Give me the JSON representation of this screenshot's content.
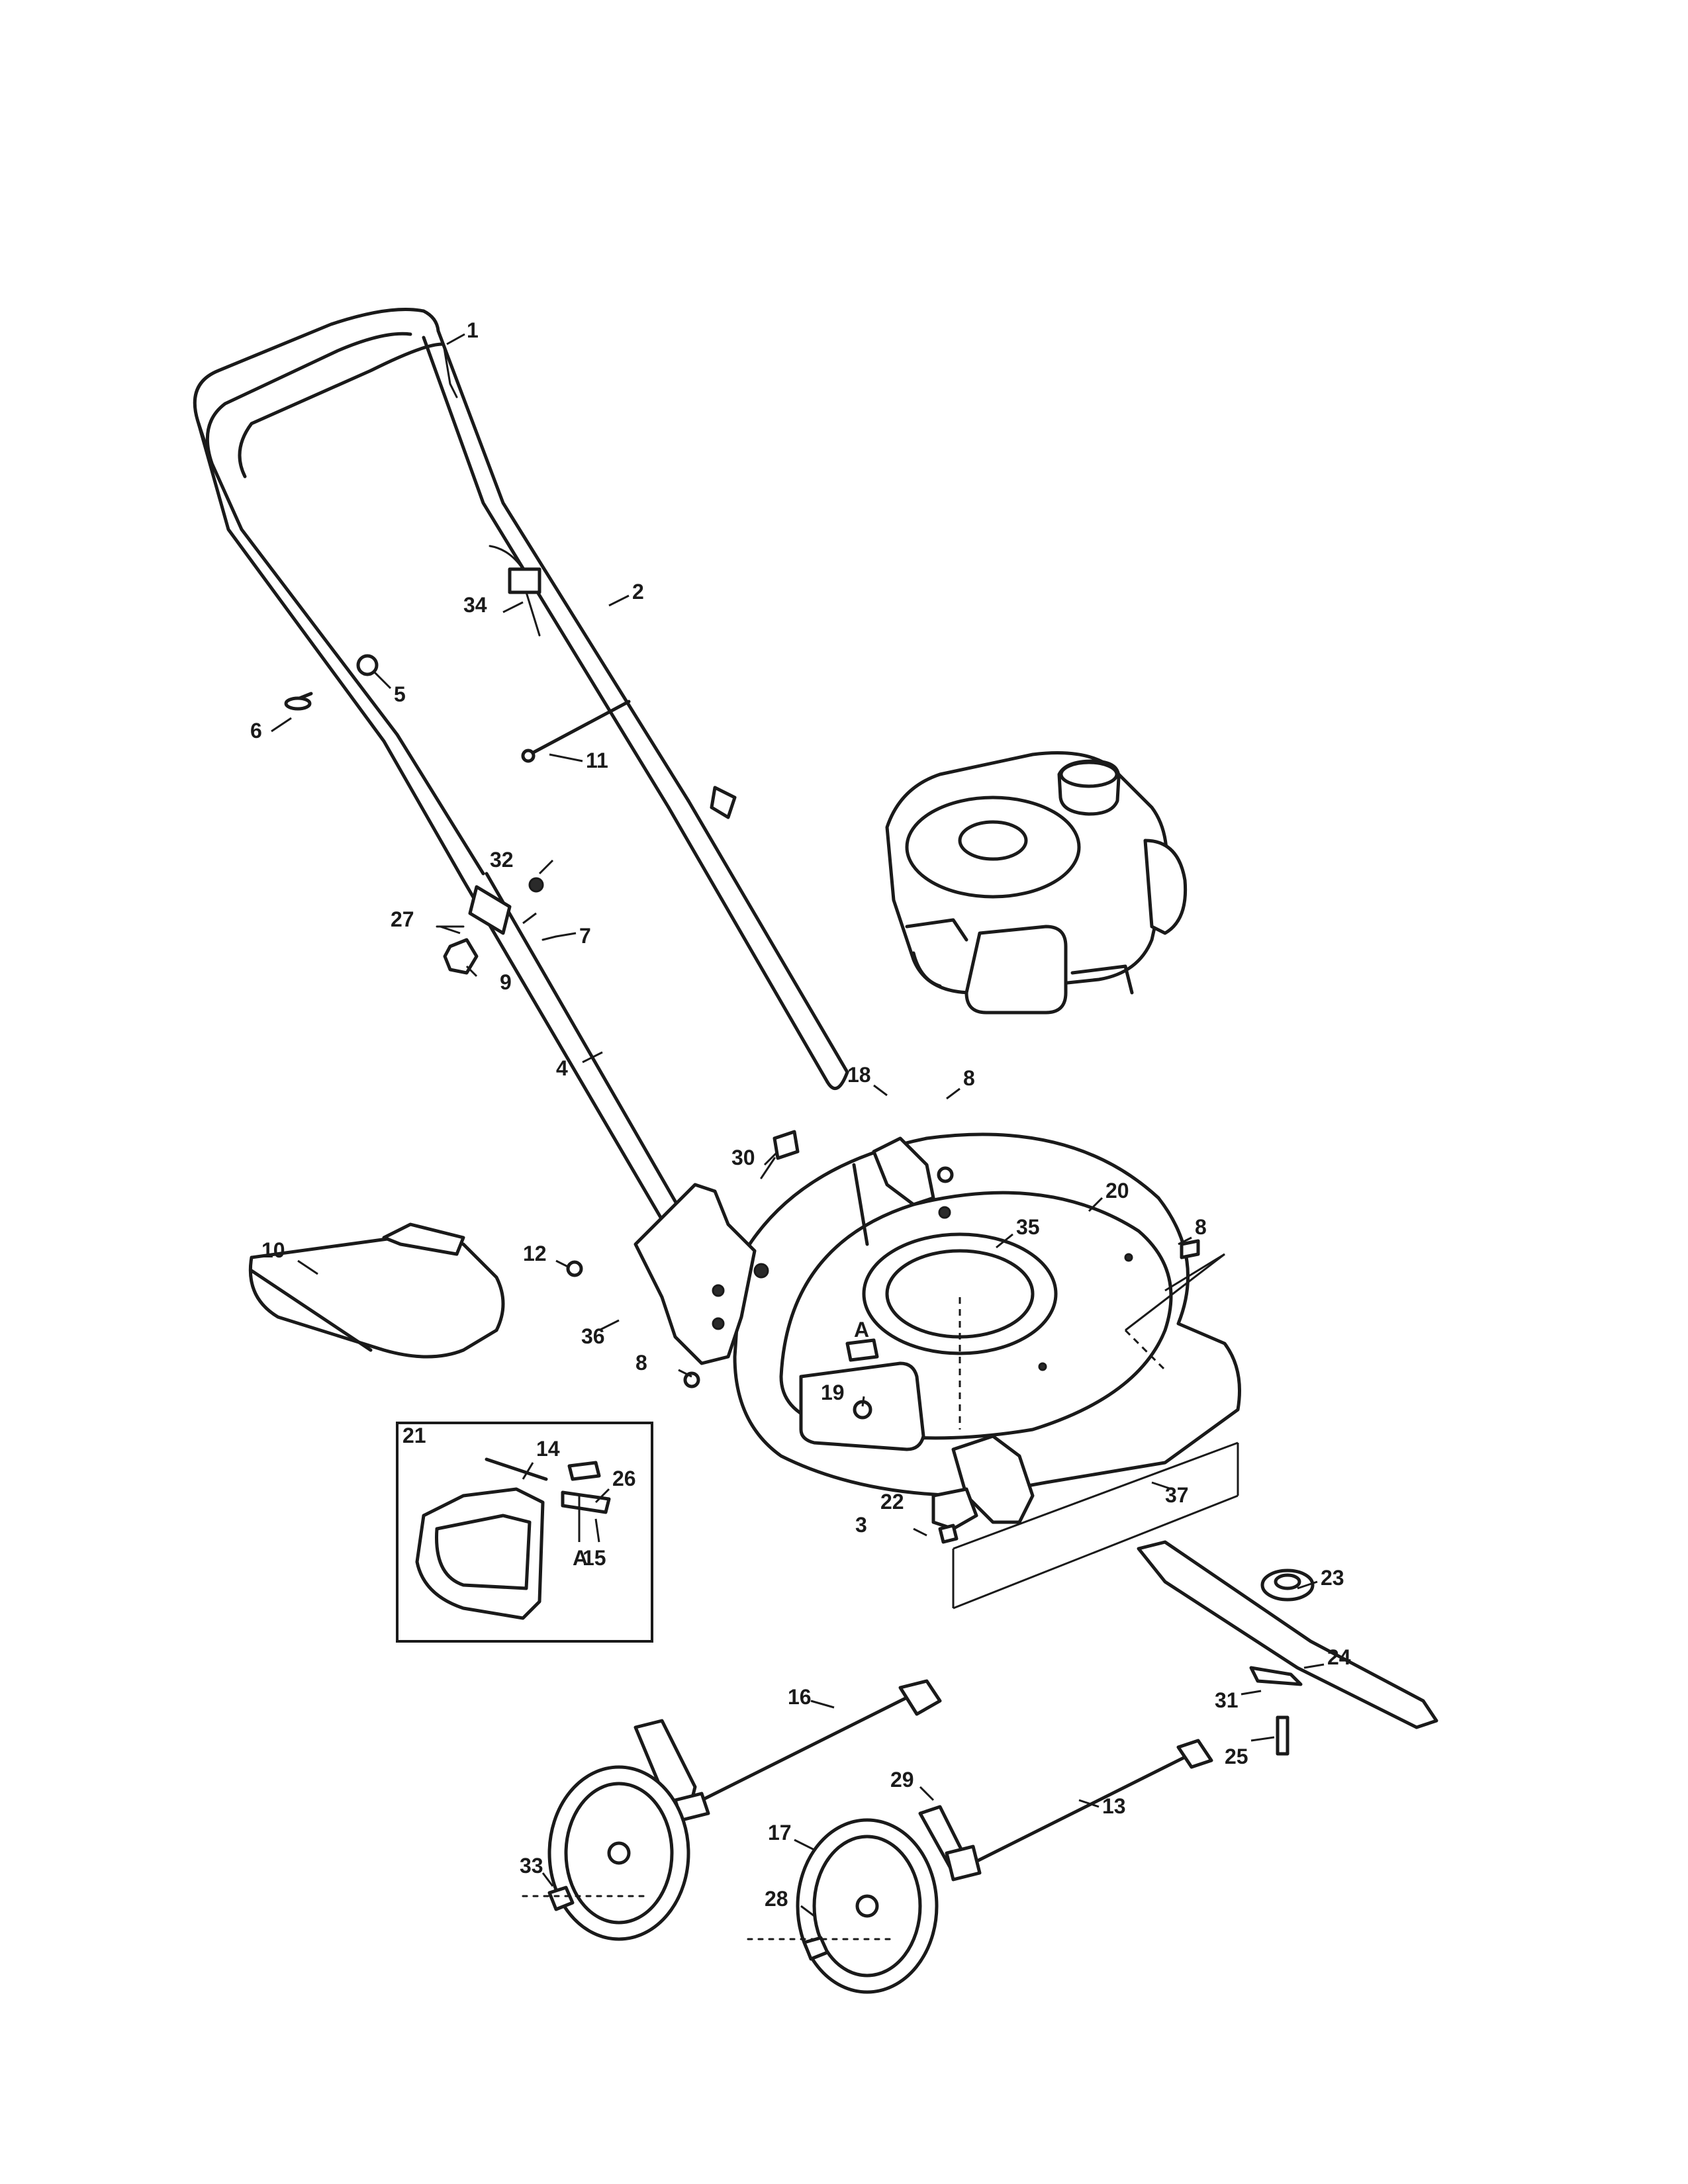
{
  "diagram": {
    "callouts": [
      {
        "id": "c1",
        "text": "1"
      },
      {
        "id": "c2",
        "text": "2"
      },
      {
        "id": "c3",
        "text": "3"
      },
      {
        "id": "c4",
        "text": "4"
      },
      {
        "id": "c5",
        "text": "5"
      },
      {
        "id": "c6",
        "text": "6"
      },
      {
        "id": "c7",
        "text": "7"
      },
      {
        "id": "c8a",
        "text": "8"
      },
      {
        "id": "c8b",
        "text": "8"
      },
      {
        "id": "c8c",
        "text": "8"
      },
      {
        "id": "c9",
        "text": "9"
      },
      {
        "id": "c10",
        "text": "10"
      },
      {
        "id": "c11",
        "text": "11"
      },
      {
        "id": "c12",
        "text": "12"
      },
      {
        "id": "c13",
        "text": "13"
      },
      {
        "id": "c14",
        "text": "14"
      },
      {
        "id": "c15",
        "text": "15"
      },
      {
        "id": "c16",
        "text": "16"
      },
      {
        "id": "c17",
        "text": "17"
      },
      {
        "id": "c18",
        "text": "18"
      },
      {
        "id": "c19",
        "text": "19"
      },
      {
        "id": "c20",
        "text": "20"
      },
      {
        "id": "c21",
        "text": "21"
      },
      {
        "id": "c22",
        "text": "22"
      },
      {
        "id": "c23",
        "text": "23"
      },
      {
        "id": "c24",
        "text": "24"
      },
      {
        "id": "c25",
        "text": "25"
      },
      {
        "id": "c26",
        "text": "26"
      },
      {
        "id": "c27",
        "text": "27"
      },
      {
        "id": "c28",
        "text": "28"
      },
      {
        "id": "c29",
        "text": "29"
      },
      {
        "id": "c30",
        "text": "30"
      },
      {
        "id": "c31",
        "text": "31"
      },
      {
        "id": "c32",
        "text": "32"
      },
      {
        "id": "c33",
        "text": "33"
      },
      {
        "id": "c34",
        "text": "34"
      },
      {
        "id": "c35",
        "text": "35"
      },
      {
        "id": "c36",
        "text": "36"
      },
      {
        "id": "c37",
        "text": "37"
      },
      {
        "id": "cA1",
        "text": "A"
      },
      {
        "id": "cA2",
        "text": "A"
      }
    ]
  }
}
